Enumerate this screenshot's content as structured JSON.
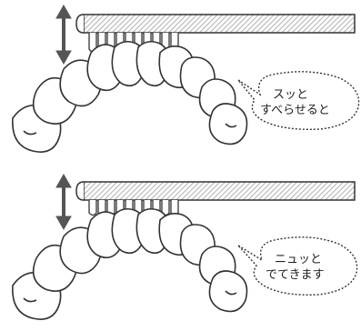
{
  "panels": [
    {
      "caption_line1": "スッと",
      "caption_line2": "すべらせると"
    },
    {
      "caption_line1": "ニュッと",
      "caption_line2": "でてきます"
    }
  ],
  "colors": {
    "ink": "#222222",
    "stroke": "#333333",
    "shade": "#cfcfcf",
    "arrow": "#555555"
  },
  "icons": [
    "up-down-arrow-icon",
    "toothbrush",
    "teeth-arch",
    "speech-bubble"
  ]
}
